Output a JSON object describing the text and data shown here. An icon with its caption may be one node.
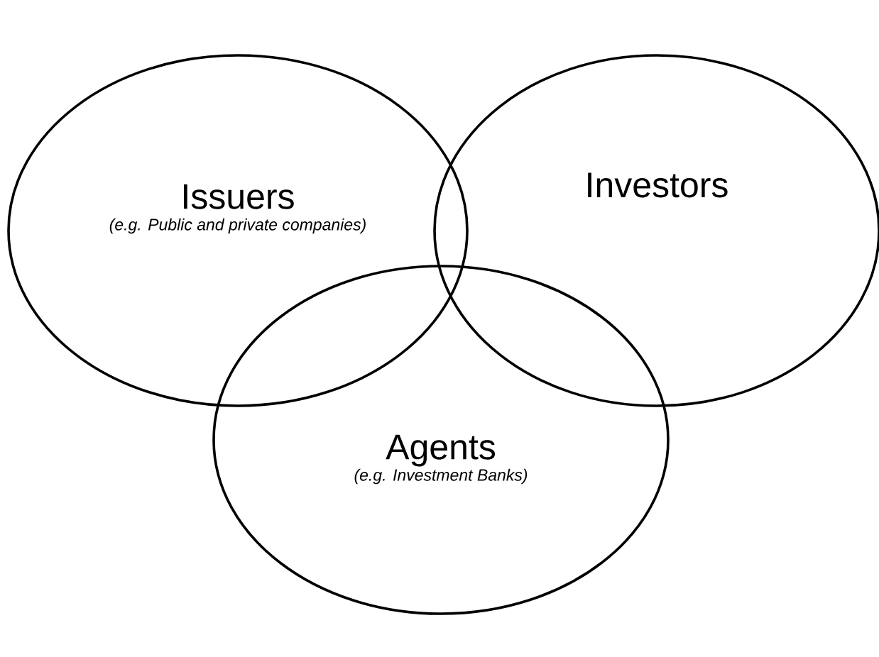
{
  "diagram": {
    "nodes": [
      {
        "text": [
          "Issuers",
          "(e.g. Public and private companies)"
        ]
      },
      {
        "text": [
          "Investors"
        ]
      },
      {
        "text": [
          "Agents",
          "(e.g. Investment Banks)"
        ]
      }
    ]
  }
}
